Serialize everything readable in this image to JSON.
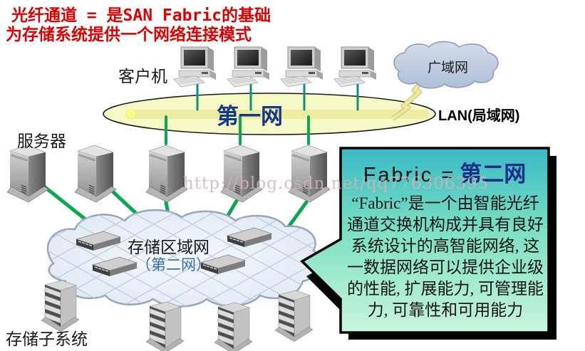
{
  "title": {
    "line1": "光纤通道 = 是SAN Fabric的基础",
    "line2": "为存储系统提供一个网络连接模式",
    "color": "#dd0000"
  },
  "labels": {
    "clients": "客户机",
    "servers": "服务器",
    "storage": "存储子系统",
    "wan": "广域网",
    "lan": "LAN(局域网)",
    "first_network": "第一网",
    "san_name": "存储区域网",
    "san_sub": "（第二网）"
  },
  "fabric_box": {
    "title_left": "Fabric =",
    "title_right": "第二网",
    "body_lines": [
      "“Fabric”是一个由智能光纤",
      "通道交换机构成并具有良好",
      "系统设计的高智能网络, 这",
      "一数据网络可以提供企业级",
      "的性能, 扩展能力, 可管理能",
      "力, 可靠性和可用能力"
    ]
  },
  "watermark": "http://blog.csdn.net/qq776306395",
  "colors": {
    "title_red": "#dd0000",
    "first_net_blue": "#16368c",
    "san_sub_blue": "#3a6fae",
    "fabric_title_blue": "#1b2f8a",
    "box_gradient_top": "#39b9c4",
    "box_gradient_bottom": "#c9f5da",
    "ellipse_fill": "#f6f8c6",
    "line_green": "#0aa84f",
    "line_teal": "#0f8f7f"
  }
}
